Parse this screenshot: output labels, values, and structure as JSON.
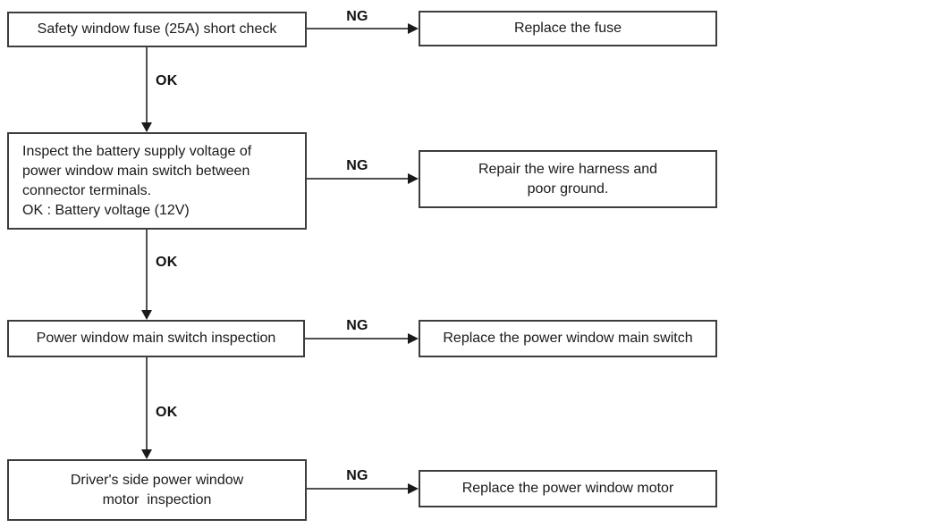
{
  "colors": {
    "background": "#ffffff",
    "box_border": "#3d3d3d",
    "connector_line": "#4f4f4f",
    "arrowhead": "#1a1a1a",
    "text": "#1a1a1a"
  },
  "labels": {
    "ok": "OK",
    "ng": "NG"
  },
  "steps": [
    {
      "check": "Safety window fuse (25A) short check",
      "action": "Replace the fuse"
    },
    {
      "check": "Inspect the battery supply voltage of\npower window main switch between\nconnector terminals.\nOK : Battery voltage (12V)",
      "action": "Repair the wire harness and\npoor ground."
    },
    {
      "check": "Power window main switch inspection",
      "action": "Replace the power window main switch"
    },
    {
      "check": "Driver's side power window\nmotor  inspection",
      "action": "Replace the power window motor"
    }
  ]
}
